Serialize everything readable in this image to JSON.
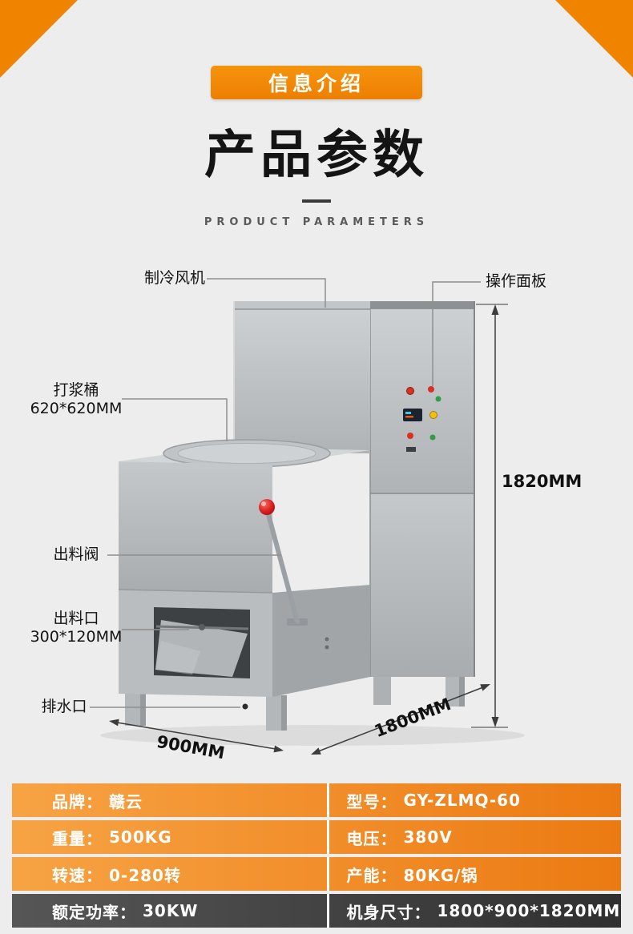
{
  "theme": {
    "background": "#ededed",
    "accent_orange": "#f08300",
    "table_row_orange_start": "#f7a344",
    "table_row_orange_end": "#ec7a12",
    "table_row_dark_start": "#565656",
    "table_row_dark_end": "#303030"
  },
  "header": {
    "ribbon_label": "信息介绍",
    "title": "产品参数",
    "subtitle": "PRODUCT PARAMETERS"
  },
  "diagram": {
    "callouts": {
      "cooling_fan": "制冷风机",
      "operation_panel": "操作面板",
      "barrel_name": "打浆桶",
      "barrel_size": "620*620MM",
      "discharge_valve": "出料阀",
      "outlet_name": "出料口",
      "outlet_size": "300*120MM",
      "drain_outlet": "排水口"
    },
    "dimensions": {
      "height": "1820MM",
      "depth": "1800MM",
      "width": "900MM"
    }
  },
  "spec_table": {
    "rows": [
      {
        "left": {
          "label": "品牌：",
          "value": "赣云"
        },
        "right": {
          "label": "型号：",
          "value": "GY-ZLMQ-60"
        }
      },
      {
        "left": {
          "label": "重量：",
          "value": "500KG"
        },
        "right": {
          "label": "电压：",
          "value": "380V"
        }
      },
      {
        "left": {
          "label": "转速：",
          "value": "0-280转"
        },
        "right": {
          "label": "产能：",
          "value": "80KG/锅"
        }
      },
      {
        "left": {
          "label": "额定功率：",
          "value": "30KW"
        },
        "right": {
          "label": "机身尺寸：",
          "value": "1800*900*1820MM"
        }
      }
    ]
  }
}
